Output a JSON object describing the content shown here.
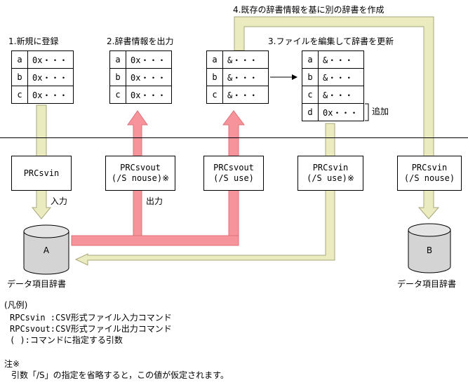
{
  "steps": {
    "s1": "1.新規に登録",
    "s2": "2.辞書情報を出力",
    "s3": "3.ファイルを編集して辞書を更新",
    "s4": "4.既存の辞書情報を基に別の辞書を作成"
  },
  "tables": {
    "t1": [
      [
        "a",
        "0x・・・"
      ],
      [
        "b",
        "0x・・・"
      ],
      [
        "c",
        "0x・・・"
      ]
    ],
    "t2": [
      [
        "a",
        "0x・・・"
      ],
      [
        "b",
        "0x・・・"
      ],
      [
        "c",
        "0x・・・"
      ]
    ],
    "t3": [
      [
        "a",
        "&・・・"
      ],
      [
        "b",
        "&・・・"
      ],
      [
        "c",
        "&・・・"
      ]
    ],
    "t4": [
      [
        "a",
        "&・・・"
      ],
      [
        "b",
        "&・・・"
      ],
      [
        "c",
        "&・・・"
      ],
      [
        "d",
        "0x・・・"
      ]
    ]
  },
  "added_label": "追加",
  "commands": {
    "c1": {
      "name": "PRCsvin",
      "option": ""
    },
    "c2": {
      "name": "PRCsvout",
      "option": "(/S nouse)※"
    },
    "c3": {
      "name": "PRCsvout",
      "option": "(/S use)"
    },
    "c4": {
      "name": "PRCsvin",
      "option": "(/S use)※"
    },
    "c5": {
      "name": "PRCsvin",
      "option": "(/S nouse)"
    }
  },
  "flow_labels": {
    "input": "入力",
    "output": "出力"
  },
  "dictionaries": {
    "a": {
      "letter": "A",
      "caption": "データ項目辞書"
    },
    "b": {
      "letter": "B",
      "caption": "データ項目辞書"
    }
  },
  "legend": {
    "title": "(凡例)",
    "lines": [
      "RPCsvin :CSV形式ファイル入力コマンド",
      "RPCsvout:CSV形式ファイル出力コマンド",
      "(      ):コマンドに指定する引数"
    ]
  },
  "note": {
    "title": "注※",
    "text": "引数「/S」の指定を省略すると，この値が仮定されます。"
  },
  "colors": {
    "input_flow": "#ebebc0",
    "output_flow": "#f7939a",
    "cylinder": "#d4d4d4"
  }
}
